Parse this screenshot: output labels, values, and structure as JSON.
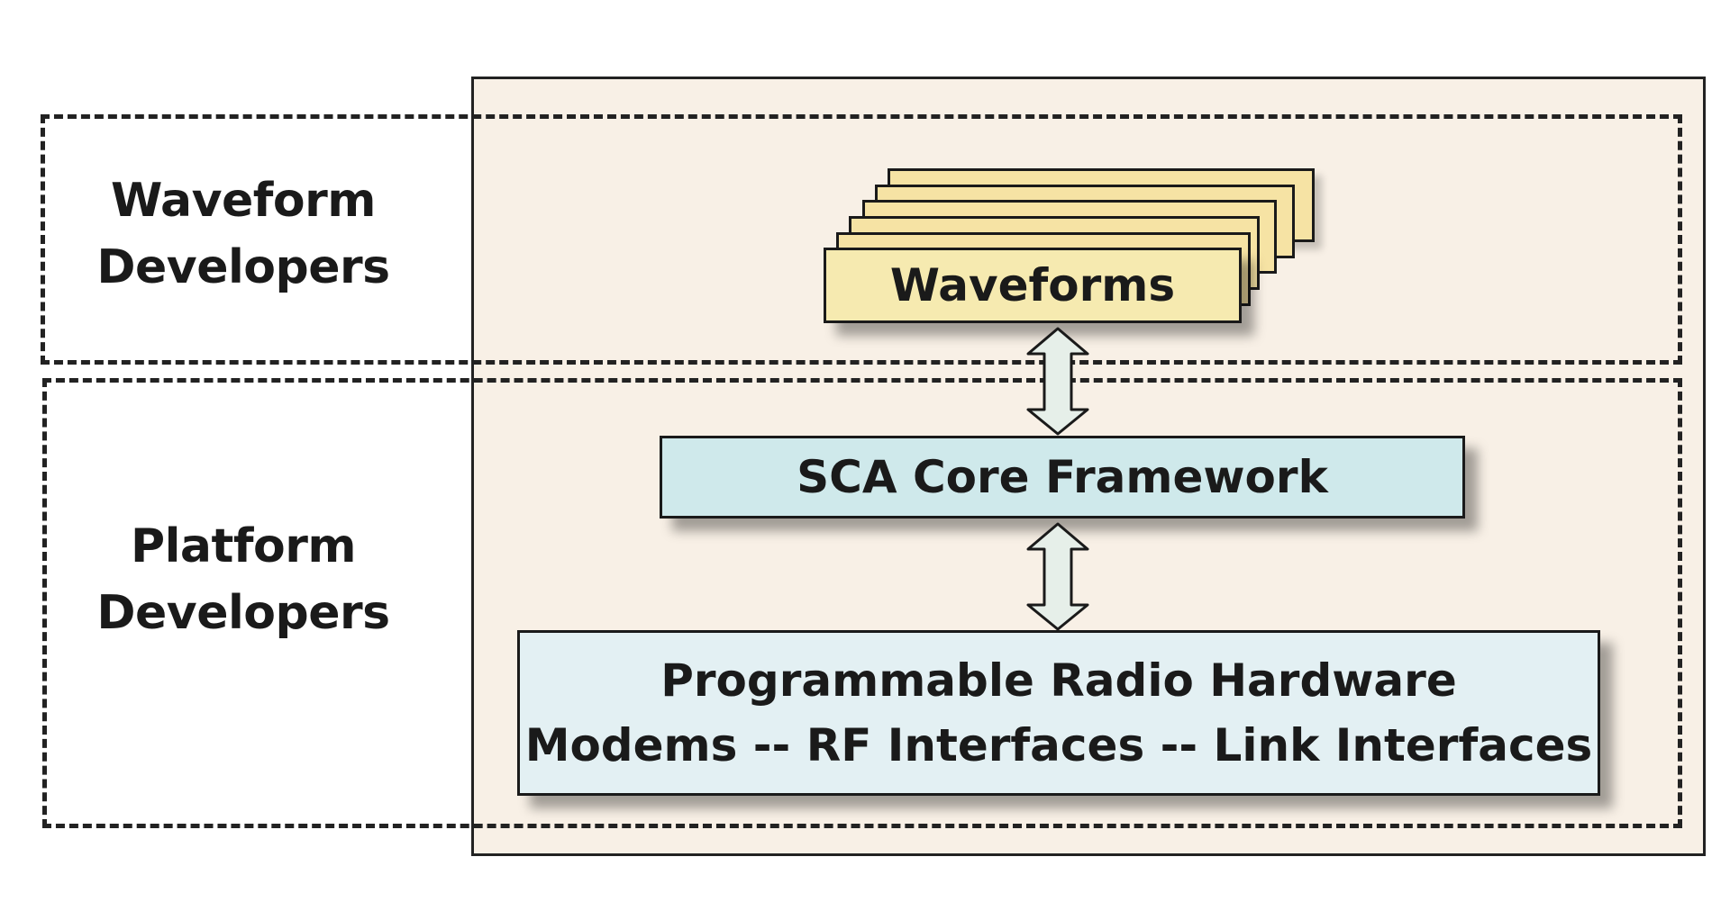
{
  "regions": {
    "waveform": {
      "label_line1": "Waveform",
      "label_line2": "Developers"
    },
    "platform": {
      "label_line1": "Platform",
      "label_line2": "Developers"
    }
  },
  "blocks": {
    "waveforms": {
      "label": "Waveforms",
      "stack_count": 6,
      "fill": "#f6eab0"
    },
    "sca_core": {
      "label": "SCA Core Framework",
      "fill": "#cfe9eb"
    },
    "hardware": {
      "line1": "Programmable Radio Hardware",
      "line2": "Modems -- RF Interfaces -- Link Interfaces",
      "fill": "#e3f0f3"
    }
  },
  "connections": [
    {
      "from": "waveforms",
      "to": "sca_core",
      "type": "bidirectional"
    },
    {
      "from": "sca_core",
      "to": "hardware",
      "type": "bidirectional"
    }
  ],
  "colors": {
    "container_fill": "#f8f0e6",
    "arrow_fill": "#e6efe9",
    "stroke": "#1a1a1a"
  }
}
